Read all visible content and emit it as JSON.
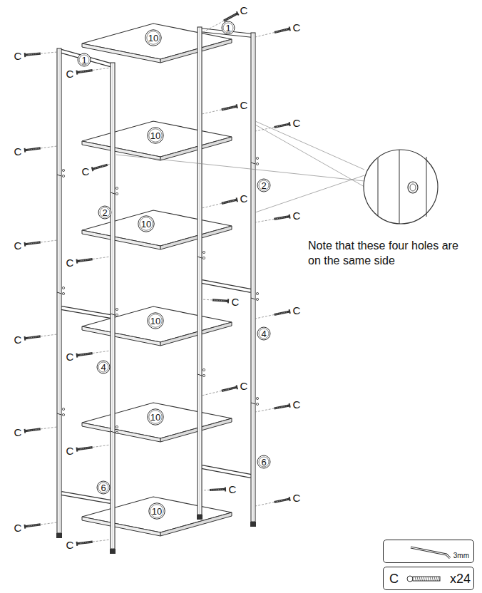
{
  "diagram": {
    "nodes": [
      {
        "text": [
          "3mm"
        ]
      },
      {
        "text": [
          "C",
          "x24"
        ]
      }
    ],
    "labels": [
      "C",
      "1",
      "C",
      "10",
      "C",
      "1",
      "C",
      "C",
      "C",
      "10",
      "C",
      "C",
      "2",
      "C",
      "2",
      "C",
      "10",
      "Note that these four holes are on the same side",
      "C",
      "C",
      "C",
      "C",
      "10",
      "4",
      "C",
      "C",
      "4",
      "C",
      "C",
      "10",
      "C",
      "C",
      "6",
      "6",
      "C",
      "C",
      "10",
      "C",
      "C"
    ]
  }
}
